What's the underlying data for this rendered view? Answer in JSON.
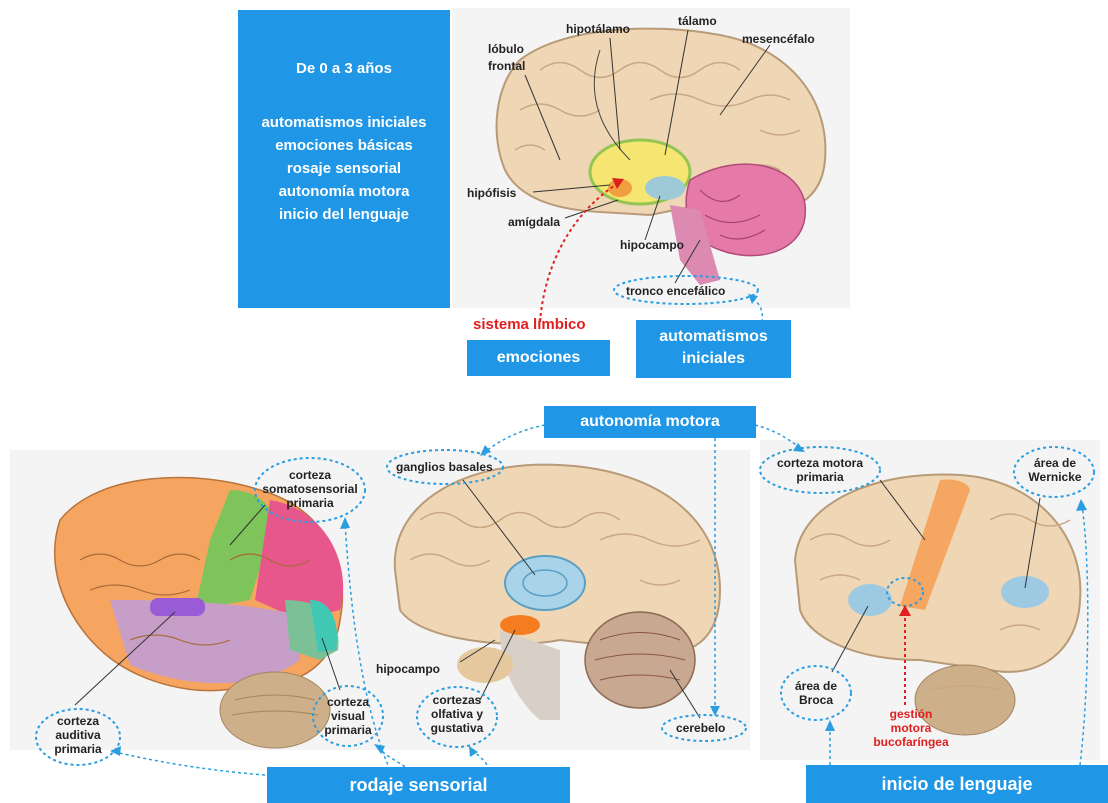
{
  "info_box": {
    "title": "De 0 a 3 años",
    "items": [
      "automatismos iniciales",
      "emociones básicas",
      "rosaje sensorial",
      "autonomía motora",
      "inicio del lenguaje"
    ]
  },
  "top_brain": {
    "labels": {
      "lobulo": "lóbulo",
      "frontal": "frontal",
      "hipotalamo": "hipotálamo",
      "talamo": "tálamo",
      "mesencefalo": "mesencéfalo",
      "hipofisis": "hipófisis",
      "amigdala": "amígdala",
      "hipocampo": "hipocampo",
      "tronco": "tronco encefálico"
    },
    "sistema_limbico": "sistema límbico",
    "emociones": "emociones",
    "automatismos_1": "automatismos",
    "automatismos_2": "iniciales"
  },
  "autonomia_motora": "autonomía motora",
  "left_brain": {
    "corteza_somato": [
      "corteza",
      "somatosensorial",
      "primaria"
    ],
    "corteza_auditiva": [
      "corteza",
      "auditiva",
      "primaria"
    ],
    "corteza_visual": [
      "corteza",
      "visual",
      "primaria"
    ]
  },
  "middle_brain": {
    "ganglios": "ganglios basales",
    "hipocampo": "hipocampo",
    "olfativa": [
      "cortezas",
      "olfativa y",
      "gustativa"
    ],
    "cerebelo": "cerebelo"
  },
  "right_brain": {
    "motora": [
      "corteza motora",
      "primaria"
    ],
    "wernicke": [
      "área de",
      "Wernicke"
    ],
    "broca": [
      "área de",
      "Broca"
    ],
    "gestion": [
      "gestión",
      "motora",
      "bucofaríngea"
    ]
  },
  "rodaje_sensorial": "rodaje sensorial",
  "inicio_lenguaje": "inicio de lenguaje",
  "colors": {
    "accent_blue": "#1f96e6",
    "dashed_blue": "#2a9ee0",
    "limbic_red": "#e02020"
  }
}
